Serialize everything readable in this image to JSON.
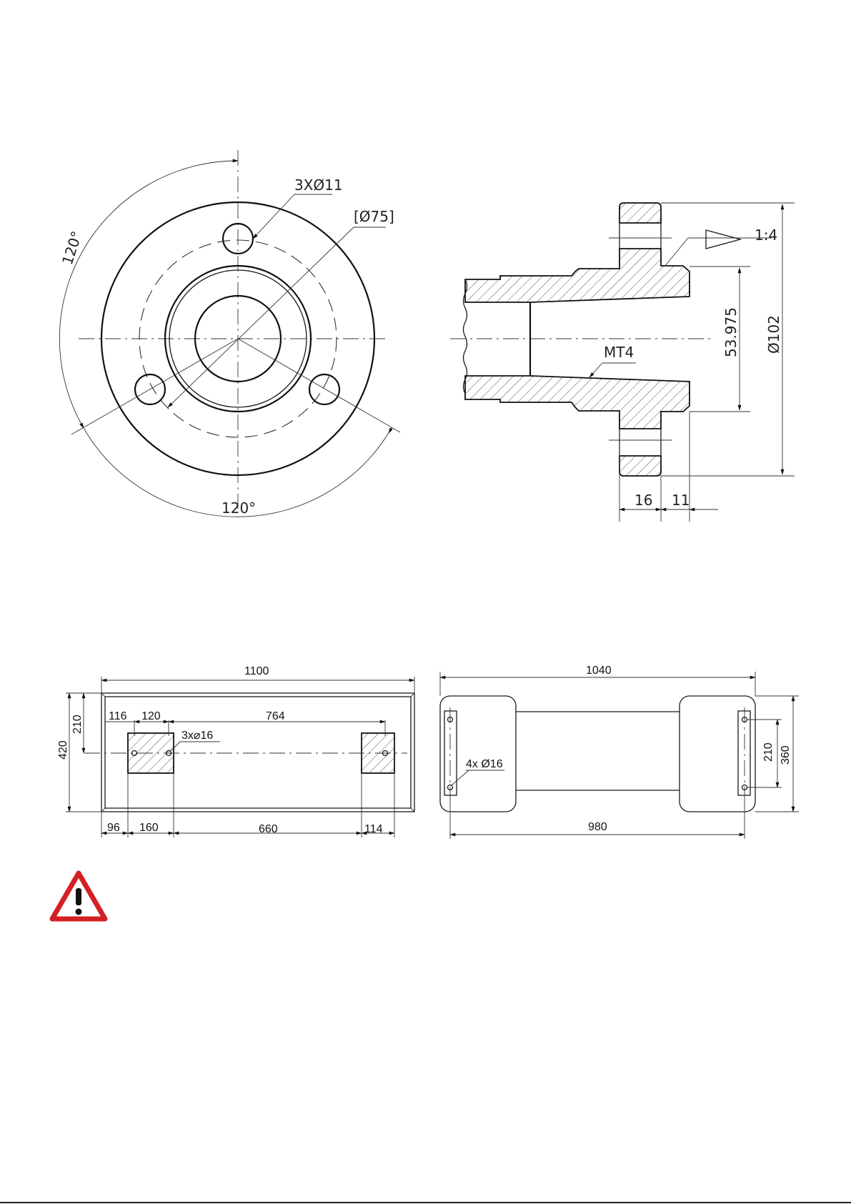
{
  "flange_front_view": {
    "angle_top_left": "120°",
    "angle_bottom": "120°",
    "hole_callout": "3XØ11",
    "bolt_circle": "[Ø75]"
  },
  "flange_section_view": {
    "taper_ratio": "1:4",
    "diameter_small": "53.975",
    "diameter_outer": "Ø102",
    "taper_spec": "MT4",
    "flange_thickness": "16",
    "spigot_length": "11"
  },
  "base_top_view": {
    "overall_length": "1100",
    "overall_width": "420",
    "half_width": "210",
    "offset_a": "116",
    "pad_hole_spacing": "120",
    "hole_to_hole": "764",
    "hole_callout": "3x⌀16",
    "edge_offset": "96",
    "pad_width": "160",
    "pad_gap": "660",
    "end_pad": "114"
  },
  "base_side_view": {
    "overall_length": "1040",
    "hole_span": "980",
    "hole_callout": "4x Ø16",
    "hole_spacing": "210",
    "overall_height": "360"
  },
  "warning": {
    "icon": "warning-triangle-icon",
    "color_red": "#d32024"
  }
}
